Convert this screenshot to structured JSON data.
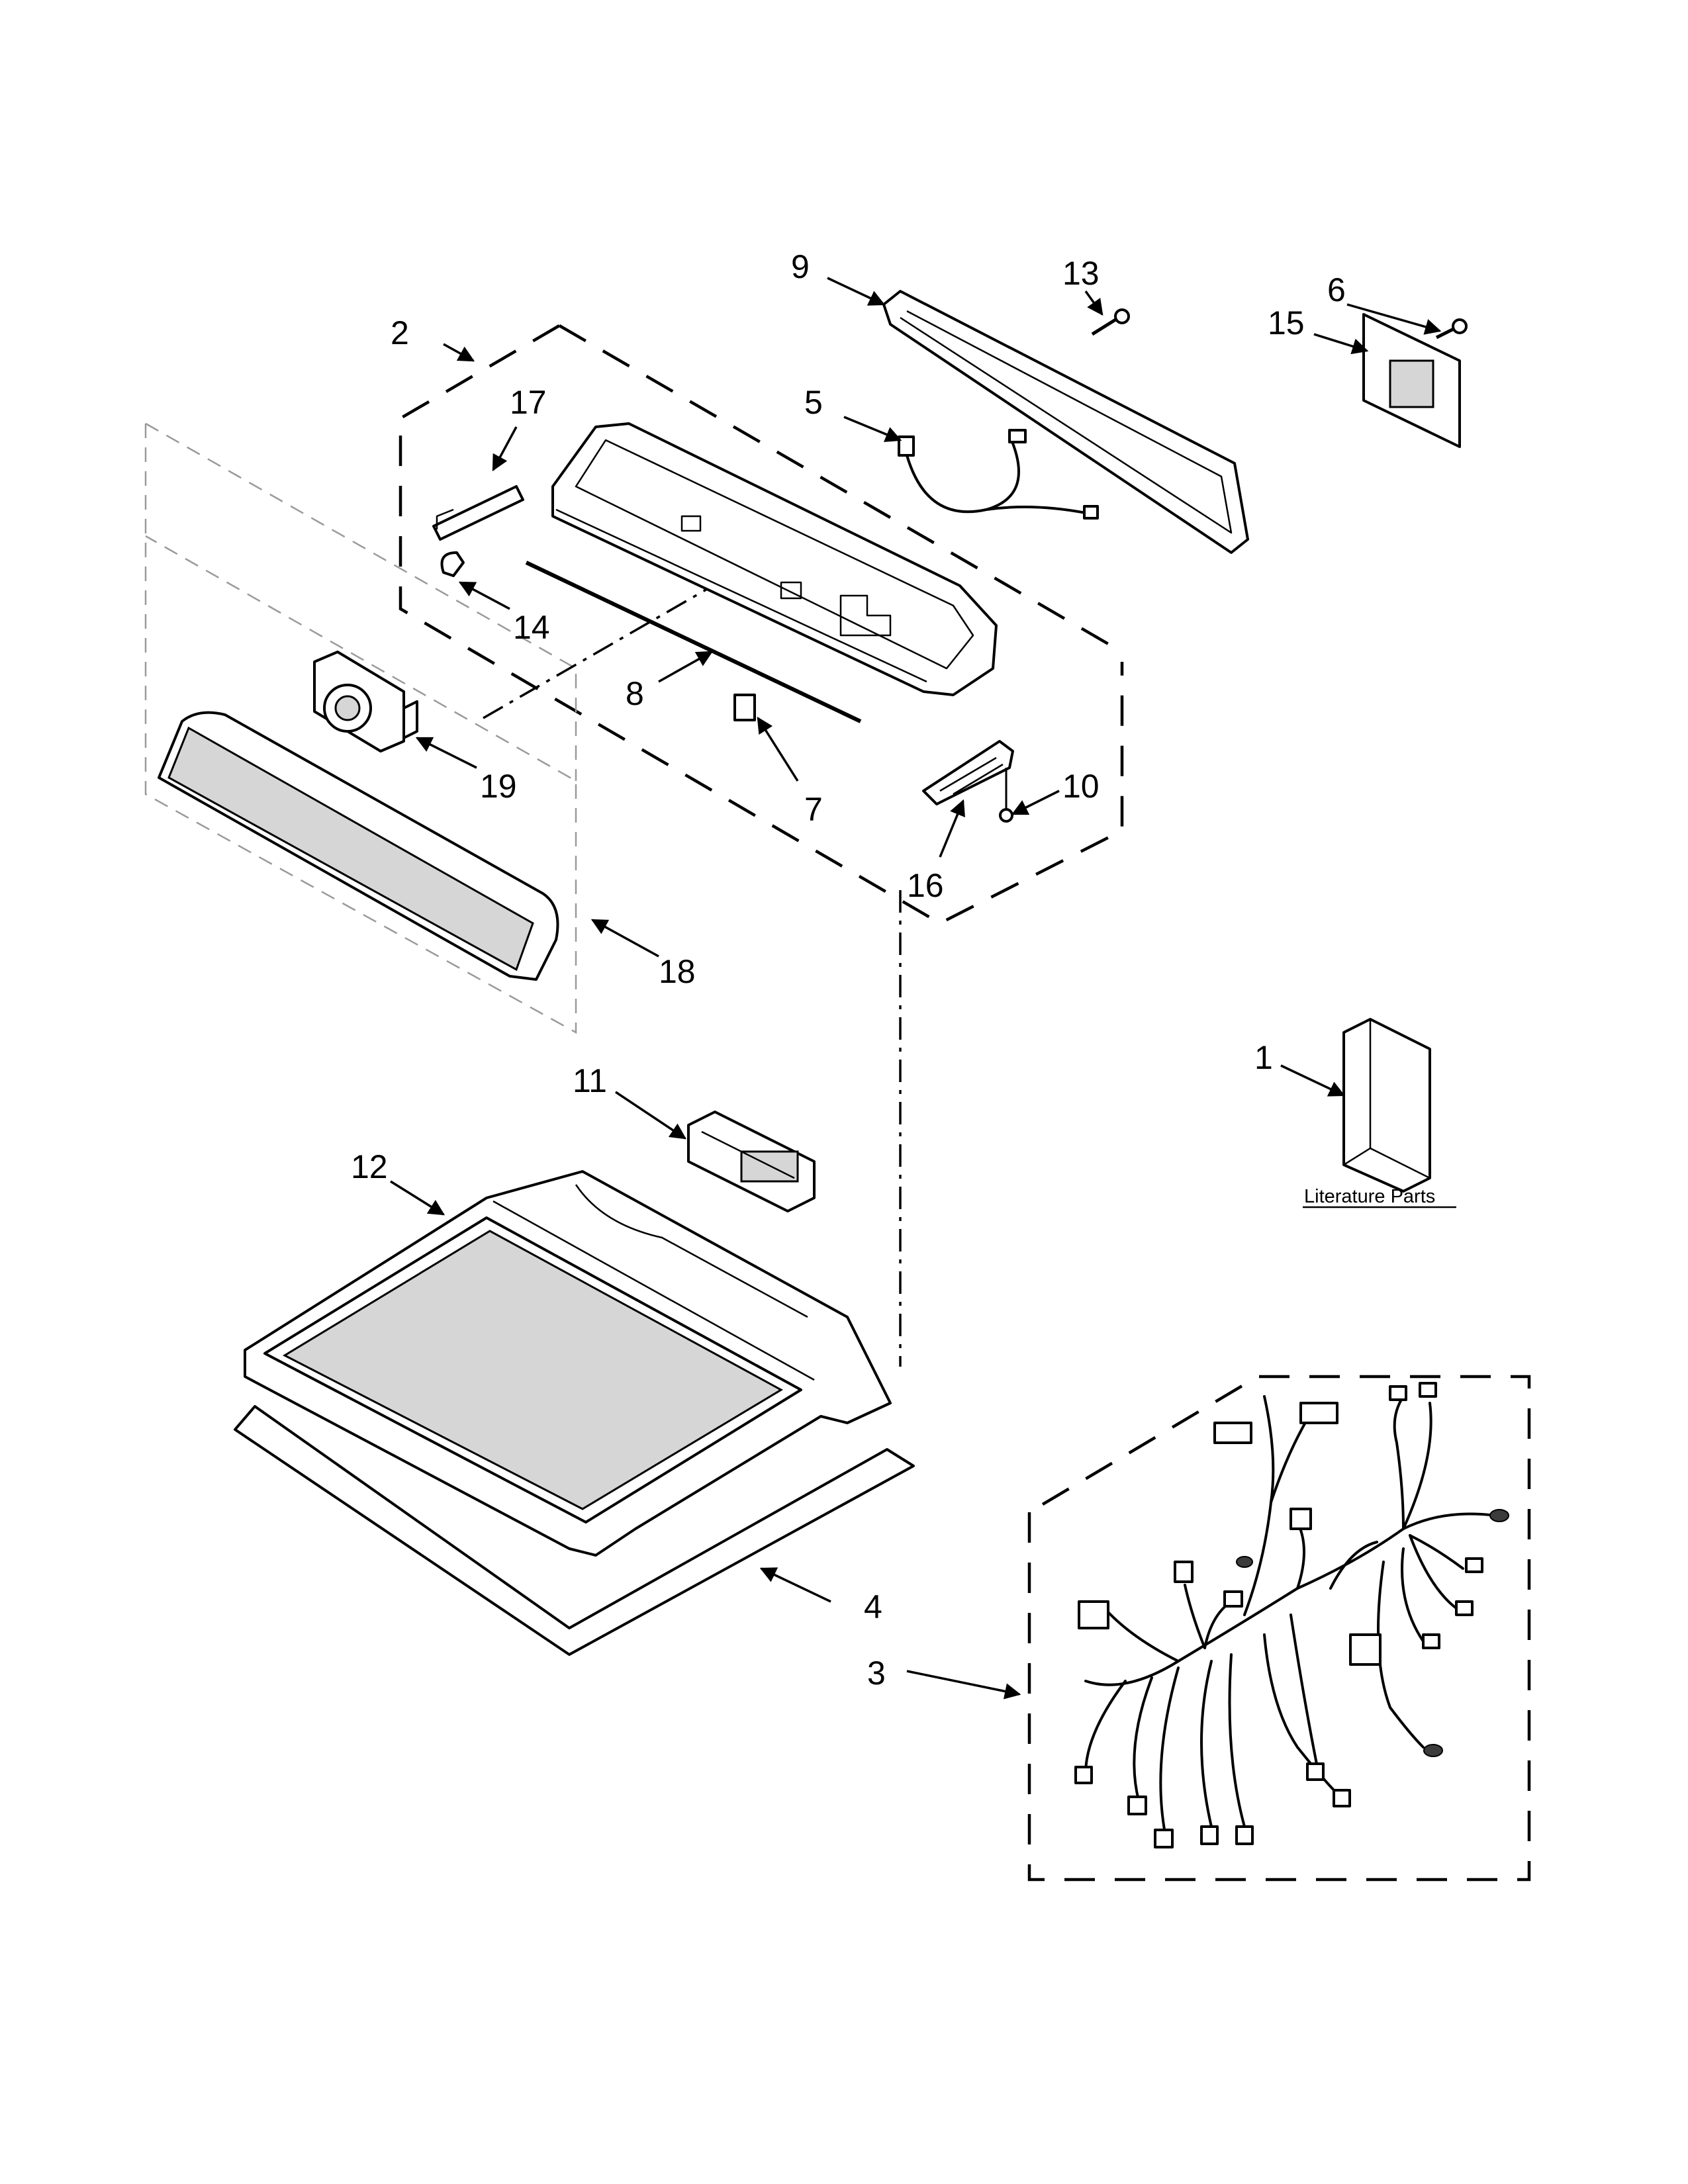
{
  "diagram": {
    "callouts": [
      {
        "id": "2",
        "label": "2"
      },
      {
        "id": "17",
        "label": "17"
      },
      {
        "id": "14",
        "label": "14"
      },
      {
        "id": "8",
        "label": "8"
      },
      {
        "id": "7",
        "label": "7"
      },
      {
        "id": "19",
        "label": "19"
      },
      {
        "id": "18",
        "label": "18"
      },
      {
        "id": "9",
        "label": "9"
      },
      {
        "id": "13",
        "label": "13"
      },
      {
        "id": "5",
        "label": "5"
      },
      {
        "id": "6",
        "label": "6"
      },
      {
        "id": "15",
        "label": "15"
      },
      {
        "id": "10",
        "label": "10"
      },
      {
        "id": "16",
        "label": "16"
      },
      {
        "id": "11",
        "label": "11"
      },
      {
        "id": "12",
        "label": "12"
      },
      {
        "id": "1",
        "label": "1"
      },
      {
        "id": "4",
        "label": "4"
      },
      {
        "id": "3",
        "label": "3"
      }
    ],
    "literature_label": "Literature Parts"
  }
}
